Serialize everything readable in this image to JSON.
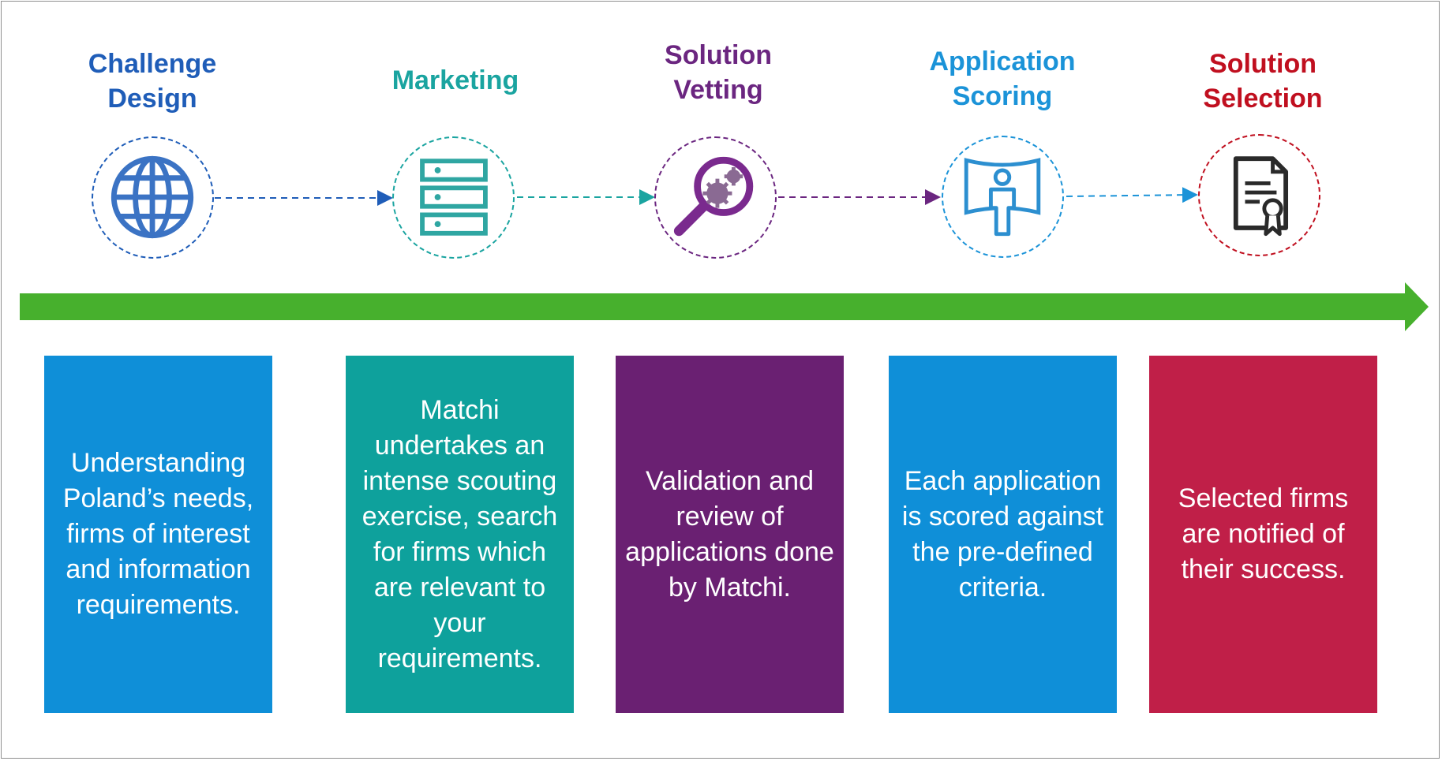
{
  "stages": [
    {
      "title_line1": "Challenge",
      "title_line2": "Design",
      "icon": "globe-icon",
      "color": "#1f5db8",
      "description": "Understanding Poland’s needs, firms of interest and information requirements.",
      "card_color": "#0f8fd8"
    },
    {
      "title_line1": "Marketing",
      "title_line2": "",
      "icon": "server-icon",
      "color": "#1aa4a0",
      "description": "Matchi undertakes an intense scouting exercise, search for firms which are relevant to your requirements.",
      "card_color": "#0ea19c"
    },
    {
      "title_line1": "Solution",
      "title_line2": "Vetting",
      "icon": "magnifier-gears-icon",
      "color": "#6b2680",
      "description": "Validation and review of applications done by Matchi.",
      "card_color": "#6a2072"
    },
    {
      "title_line1": "Application",
      "title_line2": "Scoring",
      "icon": "person-screen-icon",
      "color": "#1b93d8",
      "description": "Each application is scored against the pre-defined criteria.",
      "card_color": "#0f8fd8"
    },
    {
      "title_line1": "Solution",
      "title_line2": "Selection",
      "icon": "certificate-document-icon",
      "color": "#c00f1f",
      "description": "Selected firms are notified of their success.",
      "card_color": "#c01f48"
    }
  ],
  "timeline_color": "#47b02d"
}
